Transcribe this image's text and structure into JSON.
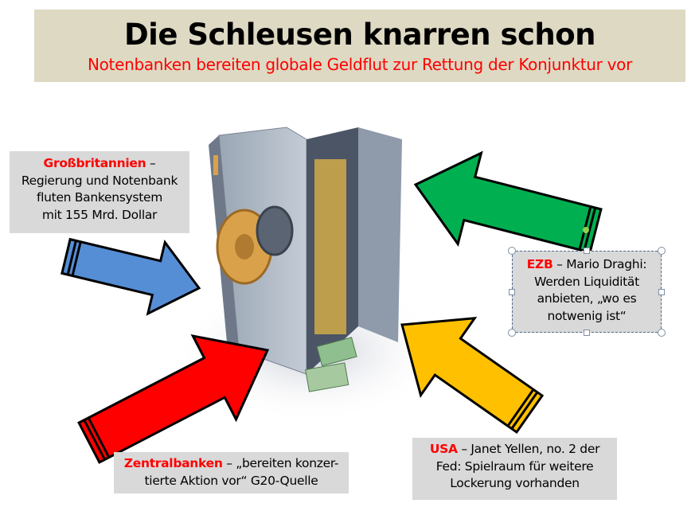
{
  "slide": {
    "title": "Die Schleusen knarren schon",
    "subtitle": "Notenbanken bereiten globale Geldflut zur Rettung der Konjunktur vor"
  },
  "boxes": {
    "gb": {
      "label": "Großbritannien",
      "text1": " –",
      "text2": "Regierung und Notenbank",
      "text3": "fluten Bankensystem",
      "text4": "mit 155 Mrd. Dollar"
    },
    "ezb": {
      "label": "EZB",
      "text1": " – Mario Draghi:",
      "text2": "Werden Liquidität",
      "text3": "anbieten, „wo es",
      "text4": "notwenig ist“"
    },
    "zb": {
      "label": "Zentralbanken",
      "text1": " – „bereiten konzer-",
      "text2": "tierte Aktion vor“ G20-Quelle"
    },
    "usa": {
      "label": "USA",
      "text1": " – Janet Yellen, no. 2 der",
      "text2": "Fed: Spielraum für weitere",
      "text3": "Lockerung vorhanden"
    }
  },
  "colors": {
    "blue": "#558ed5",
    "green": "#00b050",
    "red": "#ff0000",
    "yellow": "#ffc000",
    "box": "#d9d9d9",
    "title_bg": "#ddd9c3"
  }
}
